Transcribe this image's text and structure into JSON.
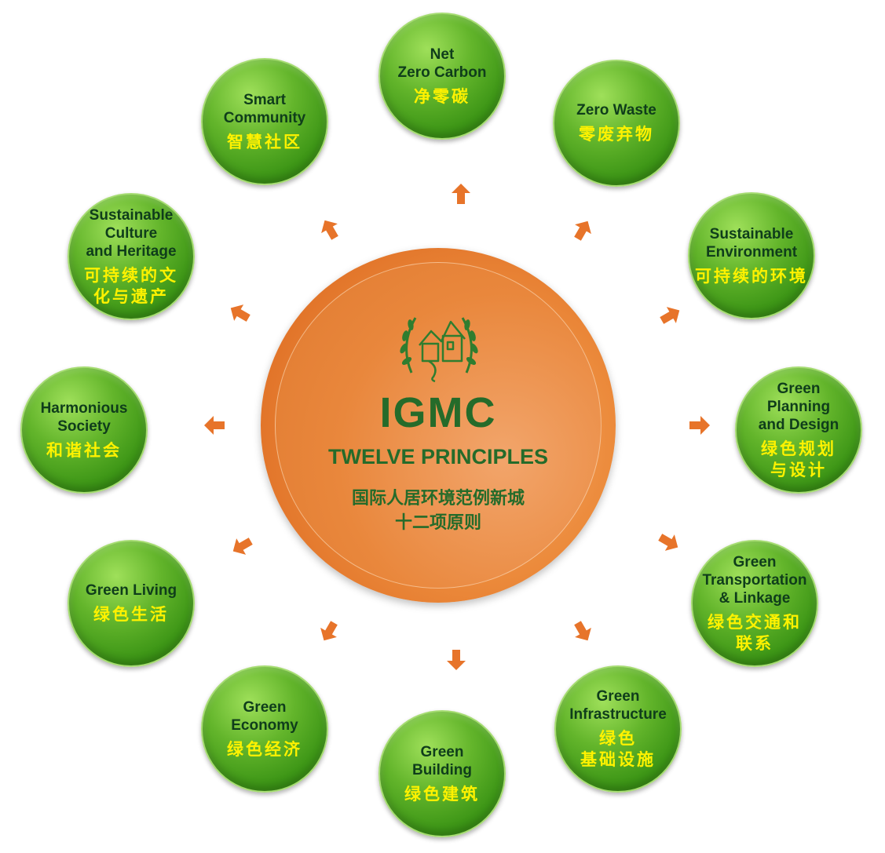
{
  "colors": {
    "node_green": "#4fa823",
    "center_orange": "#e9873c",
    "arrow_orange": "#e7742a",
    "title_green": "#256b2a",
    "label_dark_green": "#0f3d1b",
    "chinese_yellow": "#fff200"
  },
  "center": {
    "logo_icon": "laurel-house-logo-icon",
    "title": "IGMC",
    "subtitle": "TWELVE PRINCIPLES",
    "zh_line1": "国际人居环境范例新城",
    "zh_line2": "十二项原则"
  },
  "principles": [
    {
      "en": "Net\nZero Carbon",
      "zh": "净零碳"
    },
    {
      "en": "Zero Waste",
      "zh": "零废弃物"
    },
    {
      "en": "Sustainable\nEnvironment",
      "zh": "可持续的环境"
    },
    {
      "en": "Green\nPlanning\nand Design",
      "zh": "绿色规划\n与设计"
    },
    {
      "en": "Green\nTransportation\n& Linkage",
      "zh": "绿色交通和\n联系"
    },
    {
      "en": "Green\nInfrastructure",
      "zh": "绿色\n基础设施"
    },
    {
      "en": "Green\nBuilding",
      "zh": "绿色建筑"
    },
    {
      "en": "Green\nEconomy",
      "zh": "绿色经济"
    },
    {
      "en": "Green Living",
      "zh": "绿色生活"
    },
    {
      "en": "Harmonious\nSociety",
      "zh": "和谐社会"
    },
    {
      "en": "Sustainable\nCulture\nand Heritage",
      "zh": "可持续的文\n化与遗产"
    },
    {
      "en": "Smart\nCommunity",
      "zh": "智慧社区"
    }
  ]
}
